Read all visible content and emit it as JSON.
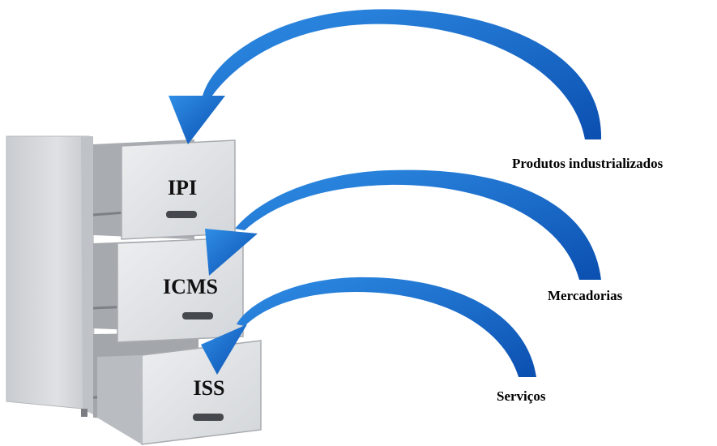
{
  "drawers": [
    {
      "label": "IPI"
    },
    {
      "label": "ICMS"
    },
    {
      "label": "ISS"
    }
  ],
  "categories": [
    {
      "label": "Produtos industrializados"
    },
    {
      "label": "Mercadorias"
    },
    {
      "label": "Serviços"
    }
  ],
  "colors": {
    "arrow_light": "#2f8ee6",
    "arrow_dark": "#0b4fb0",
    "cabinet": "#d9dbde"
  },
  "icons": {
    "cabinet": "filing-cabinet-icon",
    "arrow": "curved-arrow-icon"
  }
}
